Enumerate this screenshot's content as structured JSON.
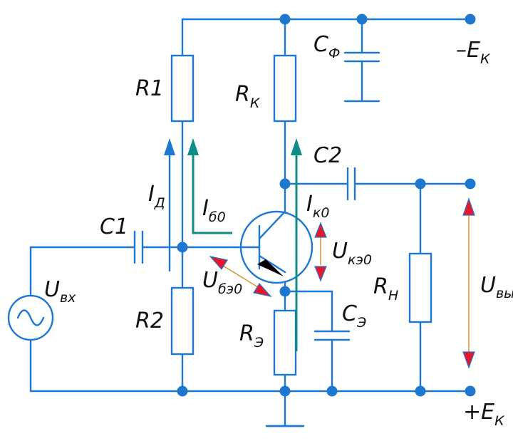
{
  "colors": {
    "wire": "#1e78d2",
    "current": "#0f8c84",
    "voltage_line": "#d08a10",
    "arrow_fill": "#e8162a",
    "arrow_outline": "#1e78d2",
    "emitter_arrow": "#000000"
  },
  "supply": {
    "neg": {
      "sign": "–",
      "main": "E",
      "sub": "К"
    },
    "pos": {
      "sign": "+",
      "main": "E",
      "sub": "К"
    }
  },
  "components": {
    "r1": "R1",
    "r2": "R2",
    "rk": {
      "main": "R",
      "sub": "К"
    },
    "re": {
      "main": "R",
      "sub": "Э"
    },
    "rn": {
      "main": "R",
      "sub": "Н"
    },
    "cf": {
      "main": "C",
      "sub": "Ф"
    },
    "c1": "C1",
    "c2": "C2",
    "ce": {
      "main": "C",
      "sub": "Э"
    }
  },
  "currents": {
    "id": {
      "main": "I",
      "sub": "Д"
    },
    "ib0": {
      "main": "I",
      "sub": "б0"
    },
    "ik0": {
      "main": "I",
      "sub": "к0"
    }
  },
  "voltages": {
    "uin": {
      "main": "U",
      "sub": "вх"
    },
    "ube0": {
      "main": "U",
      "sub": "бэ0"
    },
    "uke0": {
      "main": "U",
      "sub": "кэ0"
    },
    "uout": {
      "main": "U",
      "sub": "вых"
    }
  },
  "source_icon": "ac-sine-source-icon",
  "ground_icon": "ground-icon"
}
